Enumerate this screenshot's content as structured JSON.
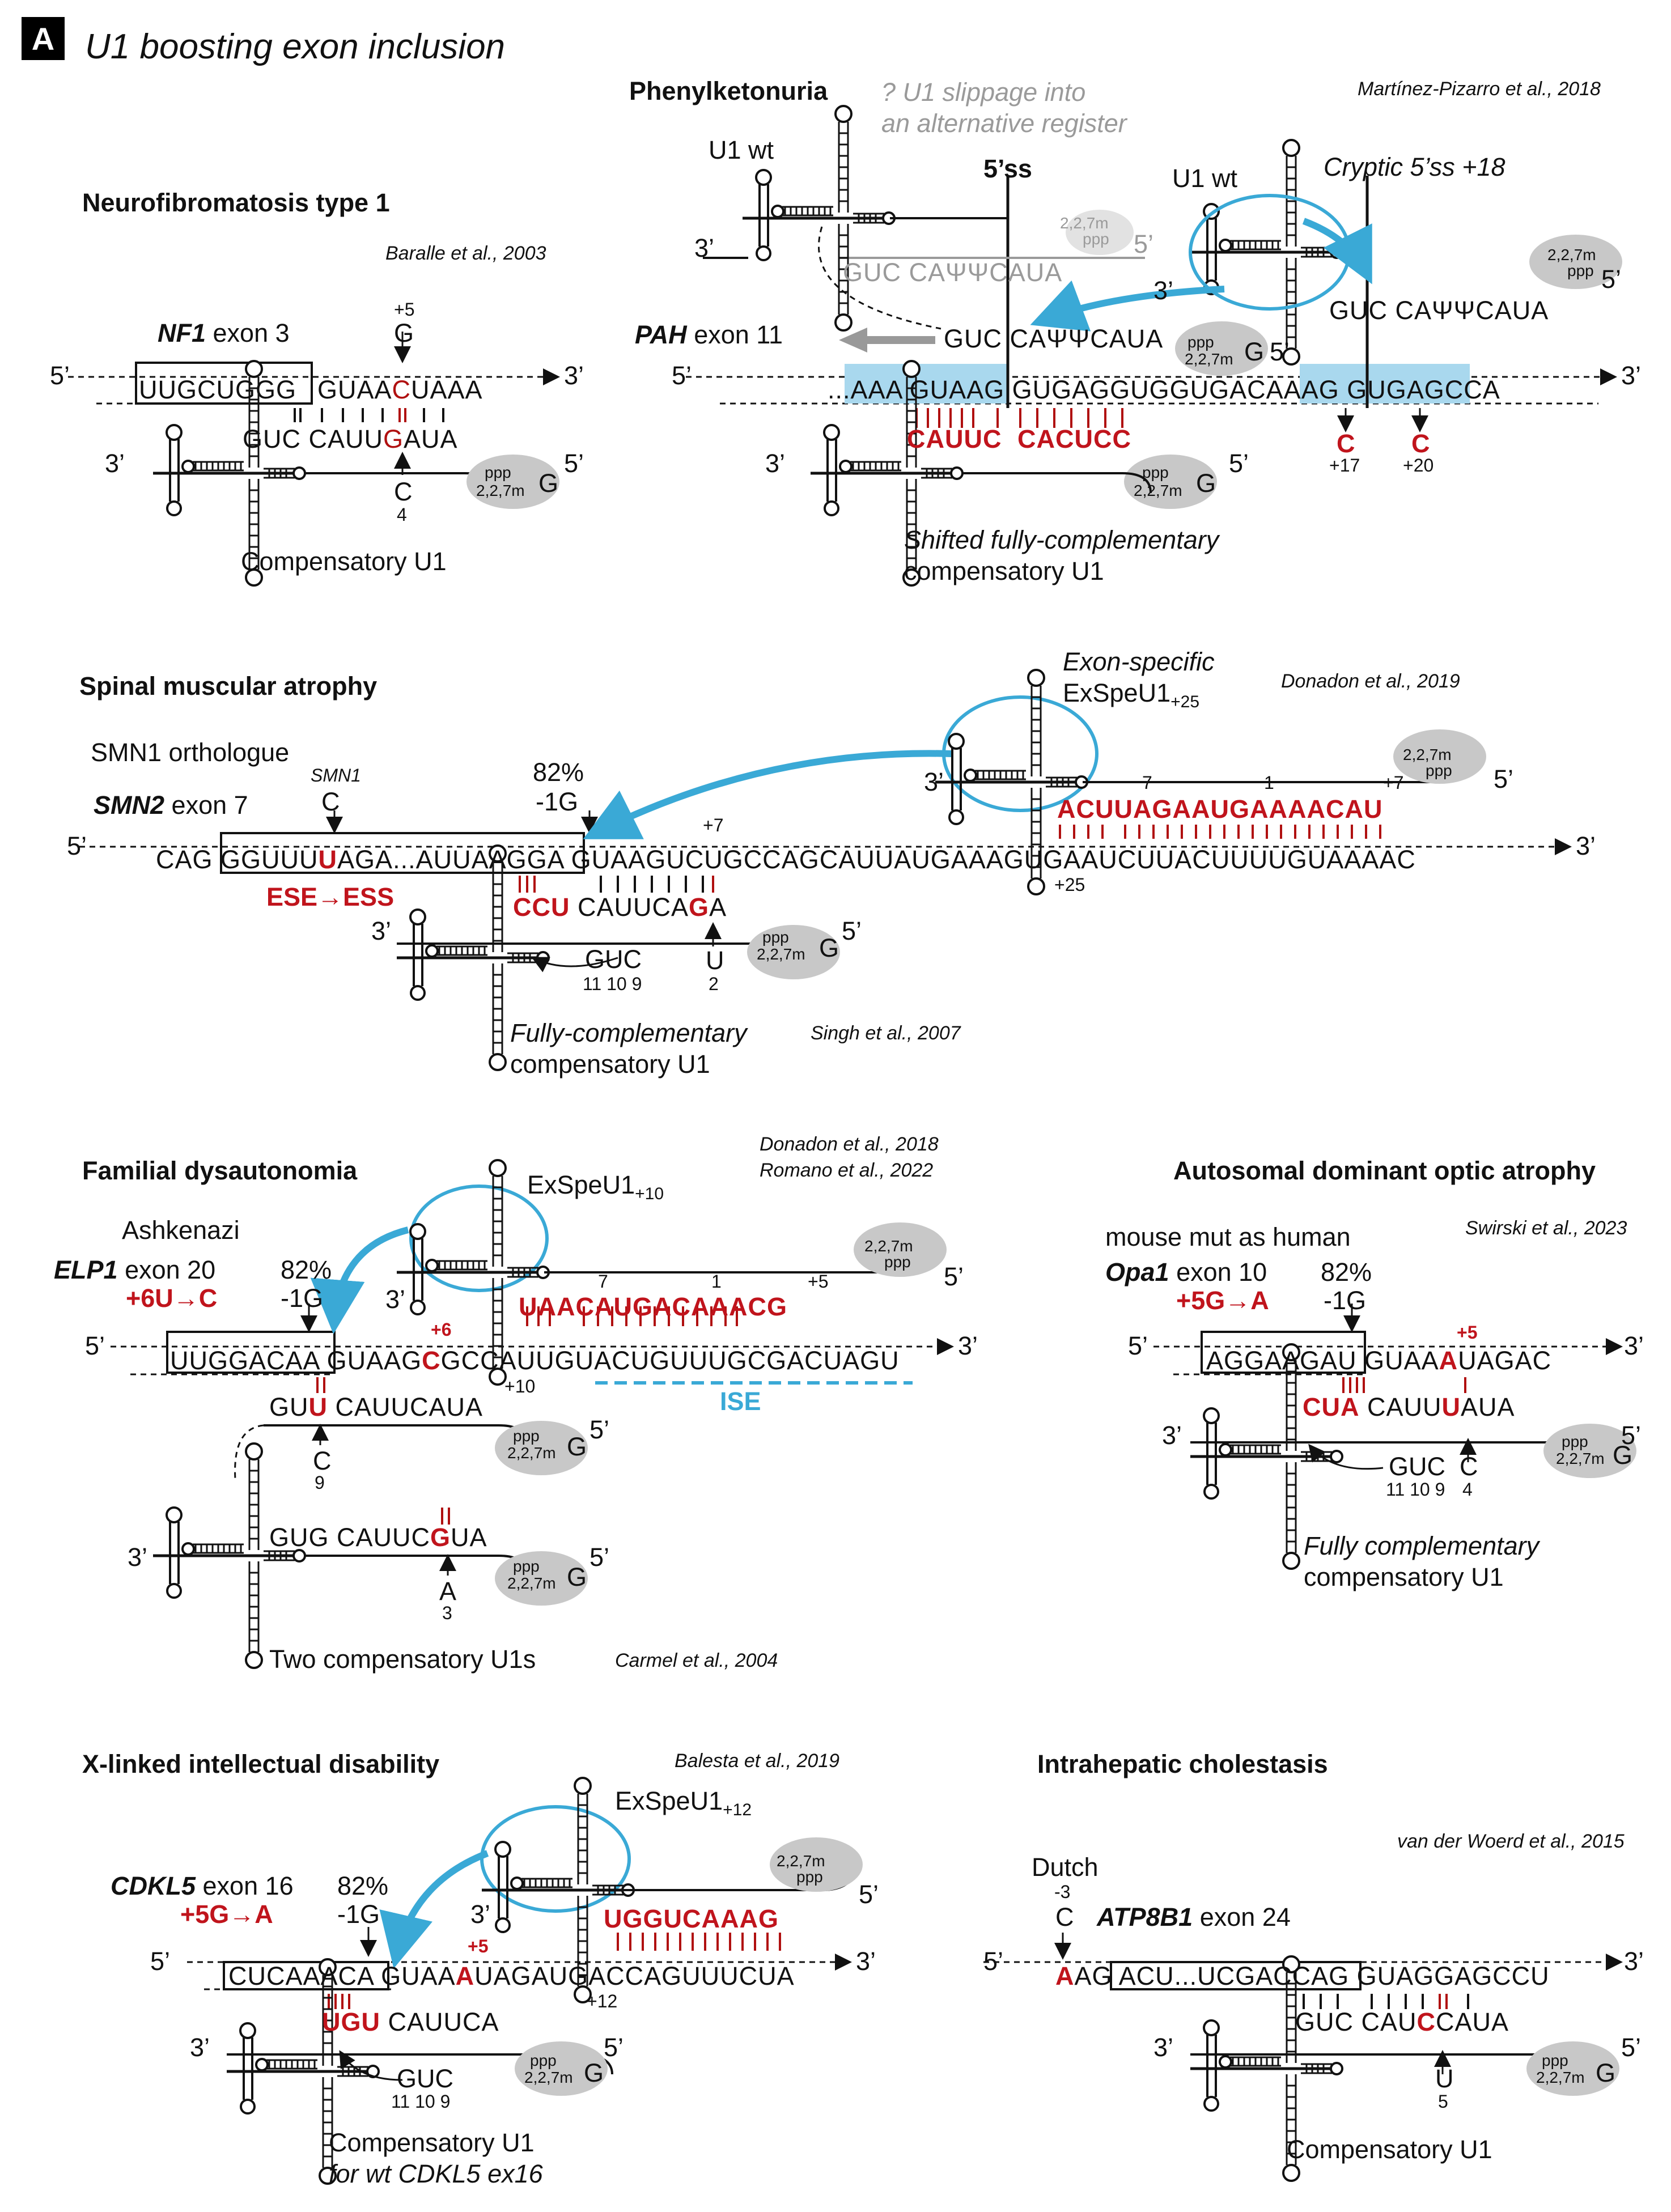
{
  "panel": {
    "label": "A",
    "title": "U1 boosting exon inclusion"
  },
  "common": {
    "five": "5’",
    "three": "3’",
    "cap_ppp": "ppp",
    "cap_m": "2,2,7m",
    "cap_g": "G"
  },
  "nf1": {
    "title": "Neurofibromatosis type 1",
    "cite": "Baralle et al., 2003",
    "gene": "NF1",
    "exon": "exon 3",
    "pos": "+5",
    "mut": "G",
    "seq_exon": "UUGCUGGG",
    "seq_intron_a": "GUAA",
    "seq_intron_mut": "C",
    "seq_intron_b": "UAAA",
    "u1_a": "GUC",
    "u1_b": "CAUU",
    "u1_mut": "G",
    "u1_c": "AUA",
    "comp_nt": "C",
    "comp_pos": "4",
    "caption": "Compensatory U1"
  },
  "pku": {
    "title": "Phenylketonuria",
    "cite": "Martínez-Pizarro et al., 2018",
    "question": "? U1 slippage into",
    "question2": "an alternative register",
    "u1wt_left": "U1 wt",
    "u1wt_right": "U1 wt",
    "ss_label": "5’ss",
    "cryptic_label": "Cryptic 5’ss +18",
    "grey_seq": "GUC CAΨΨCAUA",
    "gene": "PAH",
    "exon": "exon 11",
    "u1_left": "GUC  CAΨΨCAUA",
    "u1_right": "GUC  CAΨΨCAUA",
    "seq_exon": "...AAA GUAAG",
    "seq_mid": "GUGAGGUGGUGACA",
    "seq_aag": "AAG",
    "seq_gugag": "GUGAG",
    "seq_end": "CCA",
    "comp_a": "CAUUC",
    "comp_b": "CACUCC",
    "mut17": "C",
    "pos17": "+17",
    "mut20": "C",
    "pos20": "+20",
    "caption1": "Shifted fully-complementary",
    "caption2": "compensatory U1"
  },
  "sma": {
    "title": "Spinal muscular atrophy",
    "cite": "Donadon et al., 2019",
    "cite2": "Singh et al., 2007",
    "ortholog": "SMN1 orthologue",
    "smn1": "SMN1",
    "smn1_nt": "C",
    "gene": "SMN2",
    "exon": "exon 7",
    "pct": "82%",
    "g1": "-1G",
    "exspe_label1": "Exon-specific",
    "exspe_label2": "ExSpeU1",
    "exspe_sub": "+25",
    "p7": "7",
    "p1": "1",
    "p7b": "+7",
    "p7c": "+7",
    "p25": "+25",
    "exspe_seq": "ACUUAGAAUGAAAACAU",
    "seq_a": "CAG",
    "seq_exon_a": "GGUUU",
    "seq_exon_mut": "U",
    "seq_exon_b": "AGA...AUUAAGGA",
    "seq_rest": "GUAAGUCUGCCAGCAUUAUGAAAGUGAAUCUUACUUUUGUAAAAC",
    "ese": "ESE→ESS",
    "ccu": "CCU",
    "u1_b": "CAUUCA",
    "u1_mut": "G",
    "u1_c": "A",
    "guc": "GUC",
    "guc_pos": "11 10 9",
    "u_nt": "U",
    "u_pos": "2",
    "caption1": "Fully-complementary",
    "caption2": "compensatory U1"
  },
  "fd": {
    "title": "Familial dysautonomia",
    "cite": "Donadon et al., 2018",
    "cite2": "Romano et al., 2022",
    "cite3": "Carmel et al., 2004",
    "ashkenazi": "Ashkenazi",
    "gene": "ELP1",
    "exon": "exon 20",
    "mut": "+6U→C",
    "pct": "82%",
    "g1": "-1G",
    "exspe": "ExSpeU1",
    "exspe_sub": "+10",
    "p7": "7",
    "p1": "1",
    "p5": "+5",
    "exspe_seq": "UAACAUGACAAACG",
    "p6": "+6",
    "seq_exon": "UUGGACAA",
    "seq_a": "GUAAG",
    "seq_mut": "C",
    "seq_b": "GCCAUUGUACUGUUUGCGACUAGU",
    "p10": "+10",
    "ise": "ISE",
    "u1a": "GU",
    "u1a_mut": "U",
    "u1a_b": "CAUUCAUA",
    "c_nt": "C",
    "c_pos": "9",
    "u1b_a": "GUG CAUUC",
    "u1b_mut": "G",
    "u1b_b": "UA",
    "a_nt": "A",
    "a_pos": "3",
    "caption": "Two compensatory U1s"
  },
  "adoa": {
    "title": "Autosomal dominant optic atrophy",
    "cite": "Swirski et al., 2023",
    "mouse": "mouse mut as human",
    "gene": "Opa1",
    "exon": "exon 10",
    "mut": "+5G→A",
    "pct": "82%",
    "g1": "-1G",
    "p5": "+5",
    "seq_exon": "AGGAAGAU",
    "seq_a": "GUAA",
    "seq_mut": "A",
    "seq_b": "UAGAC",
    "u1_cua": "CUA",
    "u1_b": "CAUU",
    "u1_mut": "U",
    "u1_c": "AUA",
    "guc": "GUC",
    "guc_pos": "11 10 9",
    "c_nt": "C",
    "c_pos": "4",
    "caption1": "Fully complementary",
    "caption2": "compensatory U1"
  },
  "xlid": {
    "title": "X-linked intellectual disability",
    "cite": "Balesta et al., 2019",
    "gene": "CDKL5",
    "exon": "exon 16",
    "mut": "+5G→A",
    "pct": "82%",
    "g1": "-1G",
    "exspe": "ExSpeU1",
    "exspe_sub": "+12",
    "exspe_seq": "UGGUCAAAG",
    "p5": "+5",
    "seq_exon": "CUCAAACA",
    "seq_a": "GUAA",
    "seq_mut": "A",
    "seq_b": "UAGAUGACCAGUUUCUA",
    "p12": "+12",
    "u1_ugu": "UGU",
    "u1_b": "CAUUCA",
    "guc": "GUC",
    "guc_pos": "11 10 9",
    "caption1": "Compensatory U1",
    "caption2": "for wt CDKL5 ex16"
  },
  "ihc": {
    "title": "Intrahepatic cholestasis",
    "cite": "van der Woerd et al., 2015",
    "dutch": "Dutch",
    "pos": "-3",
    "nt": "C",
    "gene": "ATP8B1",
    "exon": "exon 24",
    "seq_mut": "A",
    "seq_a": "AG",
    "seq_exon": "ACU...UCGACCAG",
    "seq_b": "GUAGGAGCCU",
    "u1_a": "GUC",
    "u1_b": "CAU",
    "u1_mut": "C",
    "u1_c": "CAUA",
    "u_nt": "U",
    "u_pos": "5",
    "caption": "Compensatory U1"
  }
}
